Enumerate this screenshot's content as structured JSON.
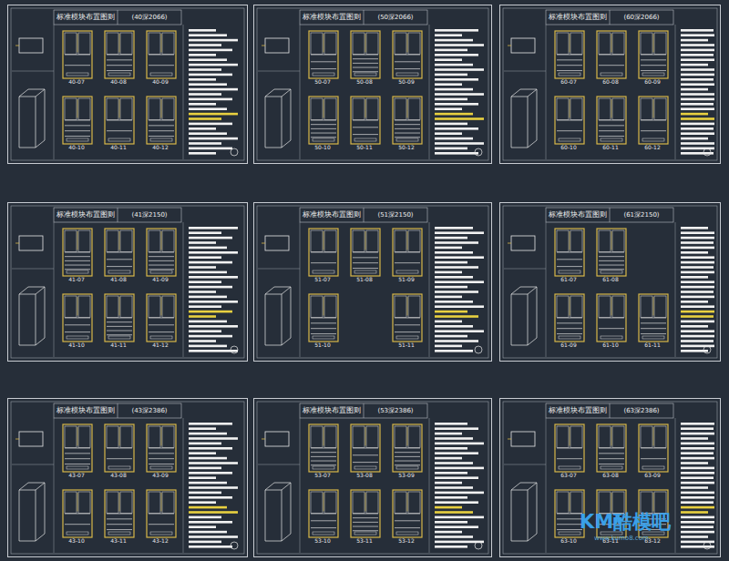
{
  "diagram": {
    "nodes": [
      {
        "text": [
          "标准模块布置图则",
          "(40深2066)"
        ]
      },
      {
        "text": [
          "标准模块布置图则",
          "(50深2066)"
        ]
      },
      {
        "text": [
          "标准模块布置图则",
          "(60深2066)"
        ]
      },
      {
        "text": [
          "标准模块布置图则",
          "(41深2150)"
        ]
      },
      {
        "text": [
          "标准模块布置图则",
          "(51深2150)"
        ]
      },
      {
        "text": [
          "标准模块布置图则",
          "(61深2150)"
        ]
      },
      {
        "text": [
          "标准模块布置图则",
          "(43深2386)"
        ]
      },
      {
        "text": [
          "标准模块布置图则",
          "(53深2386)"
        ]
      },
      {
        "text": [
          "标准模块布置图则",
          "(63深2386)"
        ]
      }
    ],
    "labels": [
      "40-07",
      "40-08",
      "40-09",
      "40-10",
      "40-11",
      "40-12",
      "50-07",
      "50-08",
      "50-09",
      "50-10",
      "50-11",
      "50-12",
      "60-07",
      "60-08",
      "60-09",
      "60-10",
      "60-11",
      "60-12",
      "41-07",
      "41-08",
      "41-09",
      "41-10",
      "41-11",
      "41-12",
      "51-07",
      "51-08",
      "51-09",
      "51-10",
      "51-11",
      "61-07",
      "61-08",
      "61-09",
      "61-10",
      "61-11",
      "43-07",
      "43-08",
      "43-09",
      "43-10",
      "43-11",
      "43-12",
      "53-07",
      "53-08",
      "53-09",
      "53-10",
      "53-11",
      "53-12",
      "63-07",
      "63-08",
      "63-09",
      "63-10",
      "63-11",
      "63-12",
      "KM酷模吧",
      "www.kumo8.com"
    ]
  }
}
